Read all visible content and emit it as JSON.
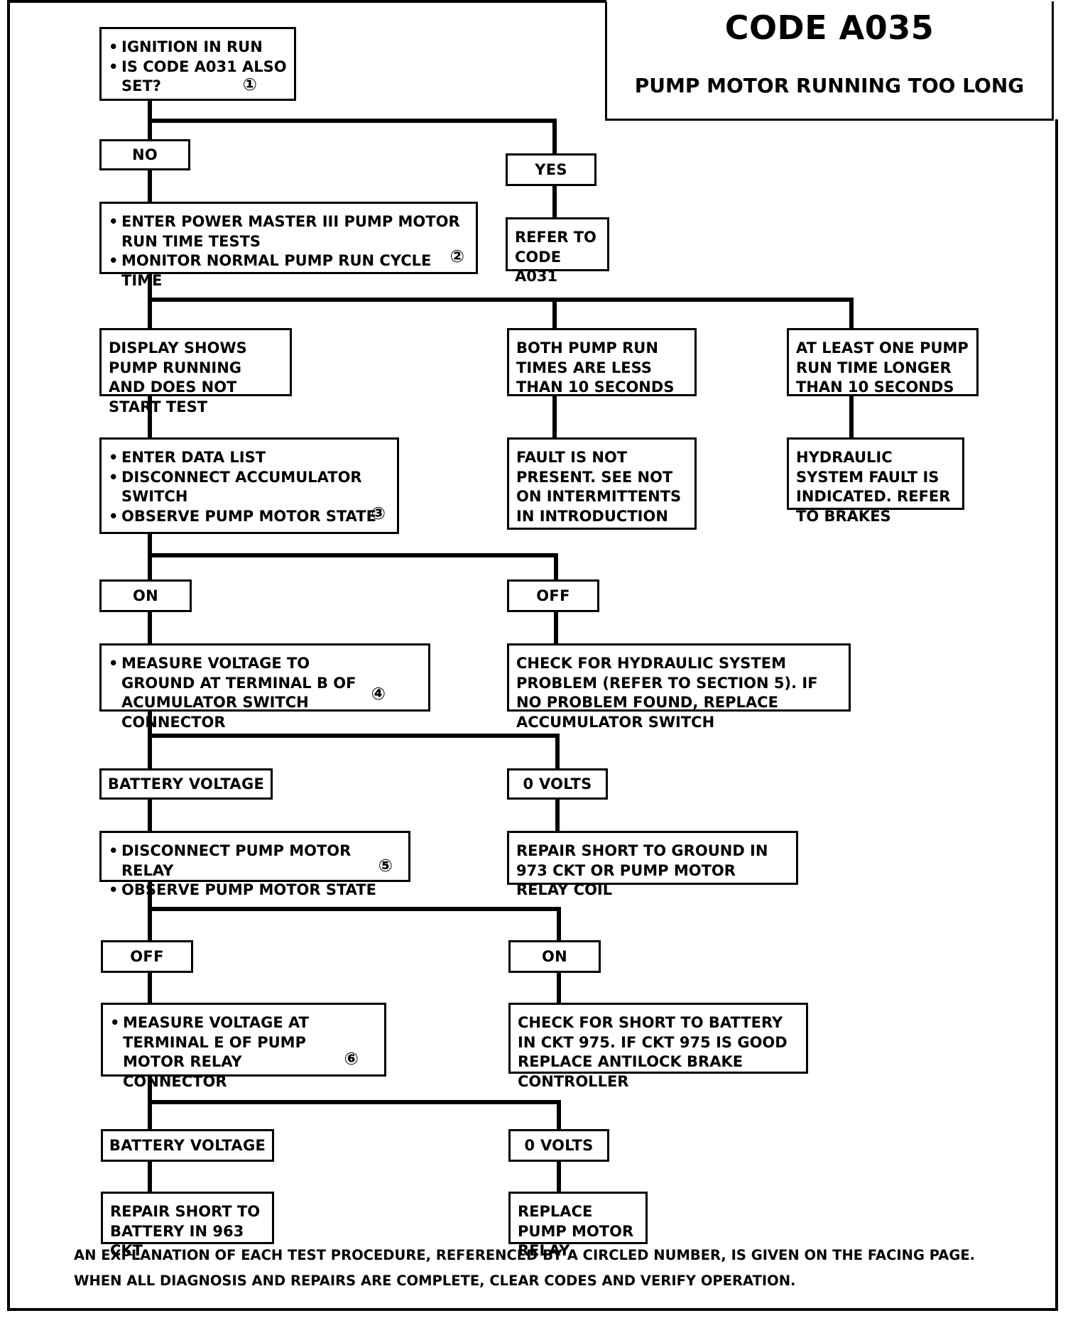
{
  "header": {
    "code": "CODE A035",
    "subtitle": "PUMP MOTOR RUNNING TOO LONG"
  },
  "nodes": {
    "start": {
      "lines": [
        "IGNITION IN RUN",
        "IS CODE A031 ALSO SET?"
      ],
      "ref": "①"
    },
    "no1": "NO",
    "yes1": "YES",
    "refer_a031": "REFER TO CODE A031",
    "enter_pm3": {
      "lines": [
        "ENTER POWER MASTER III PUMP MOTOR RUN TIME TESTS",
        "MONITOR NORMAL PUMP RUN CYCLE TIME"
      ],
      "ref": "②"
    },
    "display_shows": "DISPLAY SHOWS PUMP RUNNING AND DOES NOT START TEST",
    "both_less": "BOTH PUMP RUN TIMES ARE LESS THAN 10 SECONDS",
    "one_longer": "AT LEAST ONE PUMP RUN TIME LONGER THAN 10 SECONDS",
    "enter_data": {
      "lines": [
        "ENTER DATA LIST",
        "DISCONNECT ACCUMULATOR SWITCH",
        "OBSERVE PUMP MOTOR STATE"
      ],
      "ref": "③"
    },
    "fault_not_present": "FAULT IS NOT PRESENT. SEE NOT ON INTERMITTENTS IN INTRODUCTION",
    "hydraulic_fault": "HYDRAULIC SYSTEM FAULT IS INDICATED. REFER TO BRAKES",
    "on1": "ON",
    "off1": "OFF",
    "measure_b": {
      "lines": [
        "MEASURE VOLTAGE TO GROUND AT TERMINAL B OF ACUMULATOR SWITCH CONNECTOR"
      ],
      "ref": "④"
    },
    "check_hydraulic": "CHECK FOR HYDRAULIC SYSTEM PROBLEM (REFER TO SECTION 5). IF NO PROBLEM FOUND, REPLACE ACCUMULATOR SWITCH",
    "battv1": "BATTERY VOLTAGE",
    "zerov1": "0 VOLTS",
    "disconnect_relay": {
      "lines": [
        "DISCONNECT PUMP MOTOR RELAY",
        "OBSERVE PUMP MOTOR STATE"
      ],
      "ref": "⑤"
    },
    "repair_973": "REPAIR SHORT TO GROUND IN 973 CKT OR PUMP MOTOR RELAY COIL",
    "off2": "OFF",
    "on2": "ON",
    "measure_e": {
      "lines": [
        "MEASURE VOLTAGE AT TERMINAL E OF PUMP MOTOR RELAY CONNECTOR"
      ],
      "ref": "⑥"
    },
    "check_975": "CHECK FOR SHORT TO BATTERY IN CKT 975. IF CKT 975 IS GOOD REPLACE ANTILOCK BRAKE CONTROLLER",
    "battv2": "BATTERY VOLTAGE",
    "zerov2": "0 VOLTS",
    "repair_963": "REPAIR SHORT TO BATTERY IN 963 CKT",
    "replace_relay": "REPLACE PUMP MOTOR RELAY"
  },
  "footer": {
    "line1": "AN EXPLANATION OF EACH TEST PROCEDURE, REFERENCED BY A CIRCLED NUMBER, IS GIVEN ON THE FACING PAGE.",
    "line2": "WHEN ALL DIAGNOSIS AND REPAIRS ARE COMPLETE, CLEAR CODES AND VERIFY OPERATION."
  }
}
